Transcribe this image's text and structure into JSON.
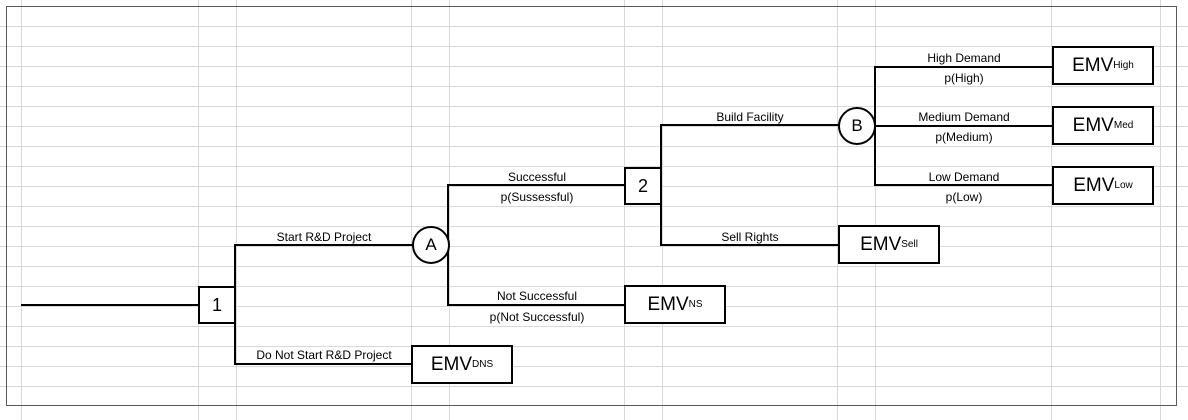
{
  "nodes": {
    "decision_1": "1",
    "decision_2": "2",
    "chance_a": "A",
    "chance_b": "B"
  },
  "branches": {
    "start_rd": "Start R&D Project",
    "do_not_start": "Do Not Start R&D Project",
    "successful": "Successful",
    "p_successful": "p(Sussessful)",
    "not_successful": "Not Successful",
    "p_not_successful": "p(Not Successful)",
    "build_facility": "Build Facility",
    "sell_rights": "Sell Rights",
    "high_demand": "High Demand",
    "p_high": "p(High)",
    "medium_demand": "Medium Demand",
    "p_medium": "p(Medium)",
    "low_demand": "Low Demand",
    "p_low": "p(Low)"
  },
  "outcomes": {
    "emv_prefix": "EMV",
    "dns": "DNS",
    "ns": "NS",
    "sell": "Sell",
    "high": "High",
    "med": "Med",
    "low": "Low"
  }
}
